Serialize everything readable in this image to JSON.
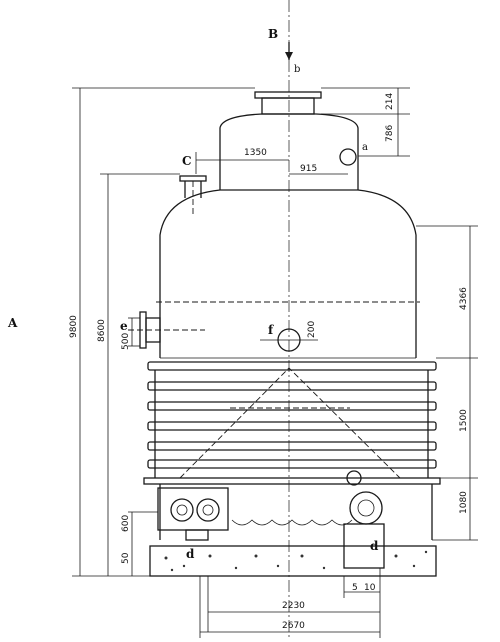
{
  "view_labels": {
    "A": "A",
    "B": "B",
    "C": "C"
  },
  "nozzles": {
    "a": "a",
    "b": "b",
    "d_left": "d",
    "d_right": "d",
    "e": "e",
    "f": "f"
  },
  "dimensions": {
    "overall_height": "9800",
    "shell_height": "8600",
    "top_nozzle_height": "214",
    "dome_height": "786",
    "dome_diameter": "1350",
    "nozzle_a_offset": "915",
    "upper_section": "4366",
    "nozzle_f_size": "200",
    "nozzle_e_height": "500",
    "coil_section": "1500",
    "lower_section": "1080",
    "pump_height": "600",
    "base_height": "50",
    "base_inner": "2230",
    "base_outer": "2670",
    "pipe_a": "5",
    "pipe_b": "10"
  }
}
